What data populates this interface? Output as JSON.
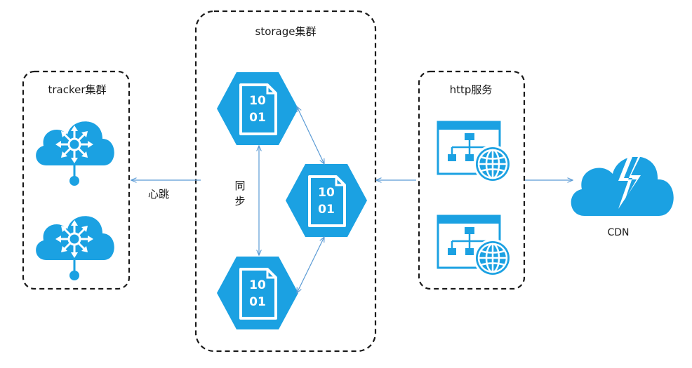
{
  "colors": {
    "icon_blue": "#1ba1e2",
    "icon_dark": "#1b8fcf",
    "edge_blue": "#5b9bd5",
    "border": "#1a1a1a"
  },
  "groups": {
    "tracker": {
      "label": "tracker集群"
    },
    "storage": {
      "label": "storage集群"
    },
    "http": {
      "label": "http服务"
    }
  },
  "nodes": {
    "tracker_1": {
      "icon": "cloud-hub-icon"
    },
    "tracker_2": {
      "icon": "cloud-hub-icon"
    },
    "storage_1": {
      "icon": "binary-file-hexagon-icon",
      "line1": "10",
      "line2": "01"
    },
    "storage_2": {
      "icon": "binary-file-hexagon-icon",
      "line1": "10",
      "line2": "01"
    },
    "storage_3": {
      "icon": "binary-file-hexagon-icon",
      "line1": "10",
      "line2": "01"
    },
    "http_1": {
      "icon": "web-sitemap-globe-icon"
    },
    "http_2": {
      "icon": "web-sitemap-globe-icon"
    },
    "cdn": {
      "icon": "cloud-lightning-icon",
      "label": "CDN"
    }
  },
  "edges": {
    "heartbeat": {
      "label": "心跳"
    },
    "sync": {
      "label_line1": "同",
      "label_line2": "步"
    }
  }
}
